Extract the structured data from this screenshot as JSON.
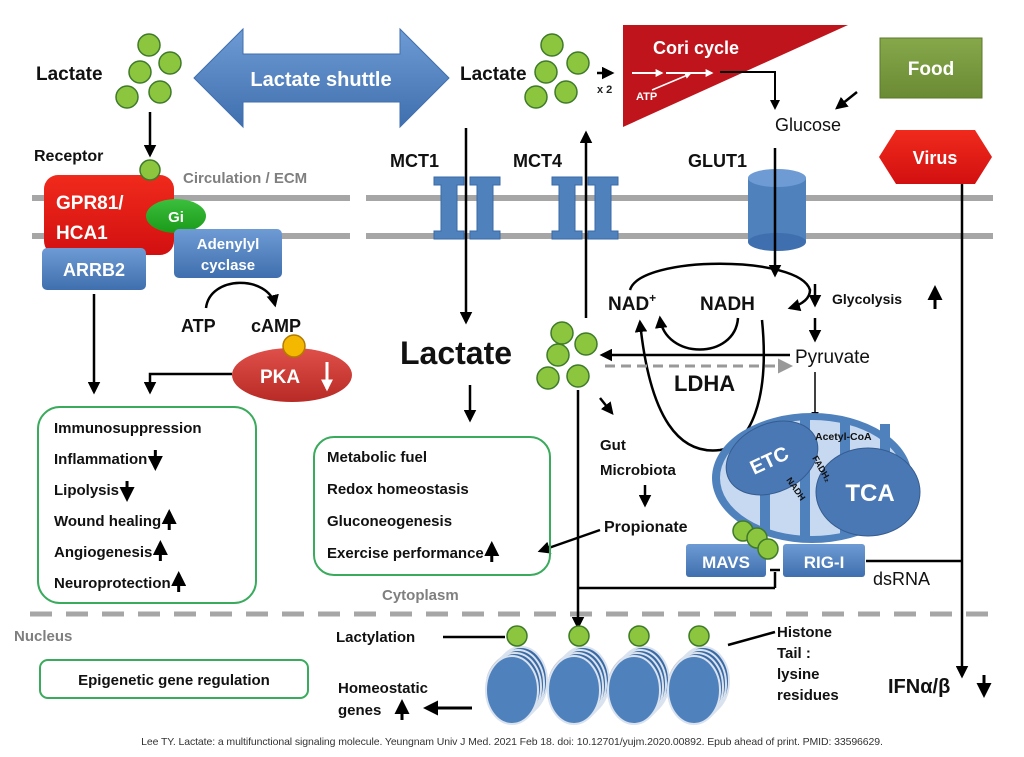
{
  "diagram": {
    "title": "Lactate: a multifunctional signaling molecule",
    "compartments": {
      "extracellular": "Circulation / ECM",
      "cytoplasm": "Cytoplasm",
      "nucleus": "Nucleus"
    },
    "top": {
      "lactate_left": "Lactate",
      "lactate_shuttle": "Lactate shuttle",
      "lactate_right": "Lactate",
      "x2": "x 2",
      "cori_cycle": "Cori cycle",
      "atp": "ATP",
      "food": "Food",
      "glucose": "Glucose",
      "virus": "Virus"
    },
    "receptor": {
      "label": "Receptor",
      "gpr81_line1": "GPR81/",
      "gpr81_line2": "HCA1",
      "gi": "Gi",
      "adenylyl_line1": "Adenylyl",
      "adenylyl_line2": "cyclase",
      "arrb2": "ARRB2",
      "atp": "ATP",
      "camp": "cAMP",
      "pka": "PKA",
      "pka_direction": "down"
    },
    "transporters": {
      "mct1": "MCT1",
      "mct4": "MCT4",
      "glut1": "GLUT1"
    },
    "metabolism": {
      "lactate_center": "Lactate",
      "nad_plus": "NAD",
      "nad_plus_sup": "+",
      "nadh": "NADH",
      "ldha": "LDHA",
      "pyruvate": "Pyruvate",
      "glycolysis": "Glycolysis",
      "glycolysis_direction": "up",
      "acetyl_coa": "Acetyl-CoA",
      "fadh2": "FADH₂",
      "nadh_small": "NADH",
      "etc": "ETC",
      "tca": "TCA",
      "gut_microbiota_line1": "Gut",
      "gut_microbiota_line2": "Microbiota",
      "propionate": "Propionate",
      "mavs": "MAVS",
      "rig_i": "RIG-I",
      "dsrna": "dsRNA"
    },
    "receptor_effects": [
      {
        "label": "Immunosuppression",
        "direction": ""
      },
      {
        "label": "Inflammation",
        "direction": "down"
      },
      {
        "label": "Lipolysis",
        "direction": "down"
      },
      {
        "label": "Wound healing",
        "direction": "up"
      },
      {
        "label": "Angiogenesis",
        "direction": "up"
      },
      {
        "label": "Neuroprotection",
        "direction": "up"
      }
    ],
    "cytoplasm_effects": [
      {
        "label": "Metabolic fuel",
        "direction": ""
      },
      {
        "label": "Redox homeostasis",
        "direction": ""
      },
      {
        "label": "Gluconeogenesis",
        "direction": ""
      },
      {
        "label": "Exercise performance",
        "direction": "up"
      }
    ],
    "nucleus": {
      "epigenetic": "Epigenetic gene regulation",
      "lactylation": "Lactylation",
      "histone_line1": "Histone",
      "histone_line2": "Tail :",
      "histone_line3": "lysine",
      "histone_line4": "residues",
      "homeostatic_line1": "Homeostatic",
      "homeostatic_line2": "genes",
      "homeostatic_direction": "up",
      "ifn": "IFNα/β",
      "ifn_direction": "down"
    },
    "colors": {
      "lactate_green": "#8cc63f",
      "protein_blue": "#4f81bd",
      "receptor_red": "#e41e1e",
      "cori_red": "#c0141c",
      "food_green": "#77933c",
      "membrane_gray": "#a6a6a6",
      "box_border_green": "#3aaa5c",
      "pka_red": "#c0392b",
      "camp_orange": "#f5b800"
    }
  },
  "citation": "Lee TY. Lactate: a multifunctional signaling molecule. Yeungnam Univ J Med. 2021 Feb 18. doi: 10.12701/yujm.2020.00892. Epub ahead of print. PMID: 33596629."
}
